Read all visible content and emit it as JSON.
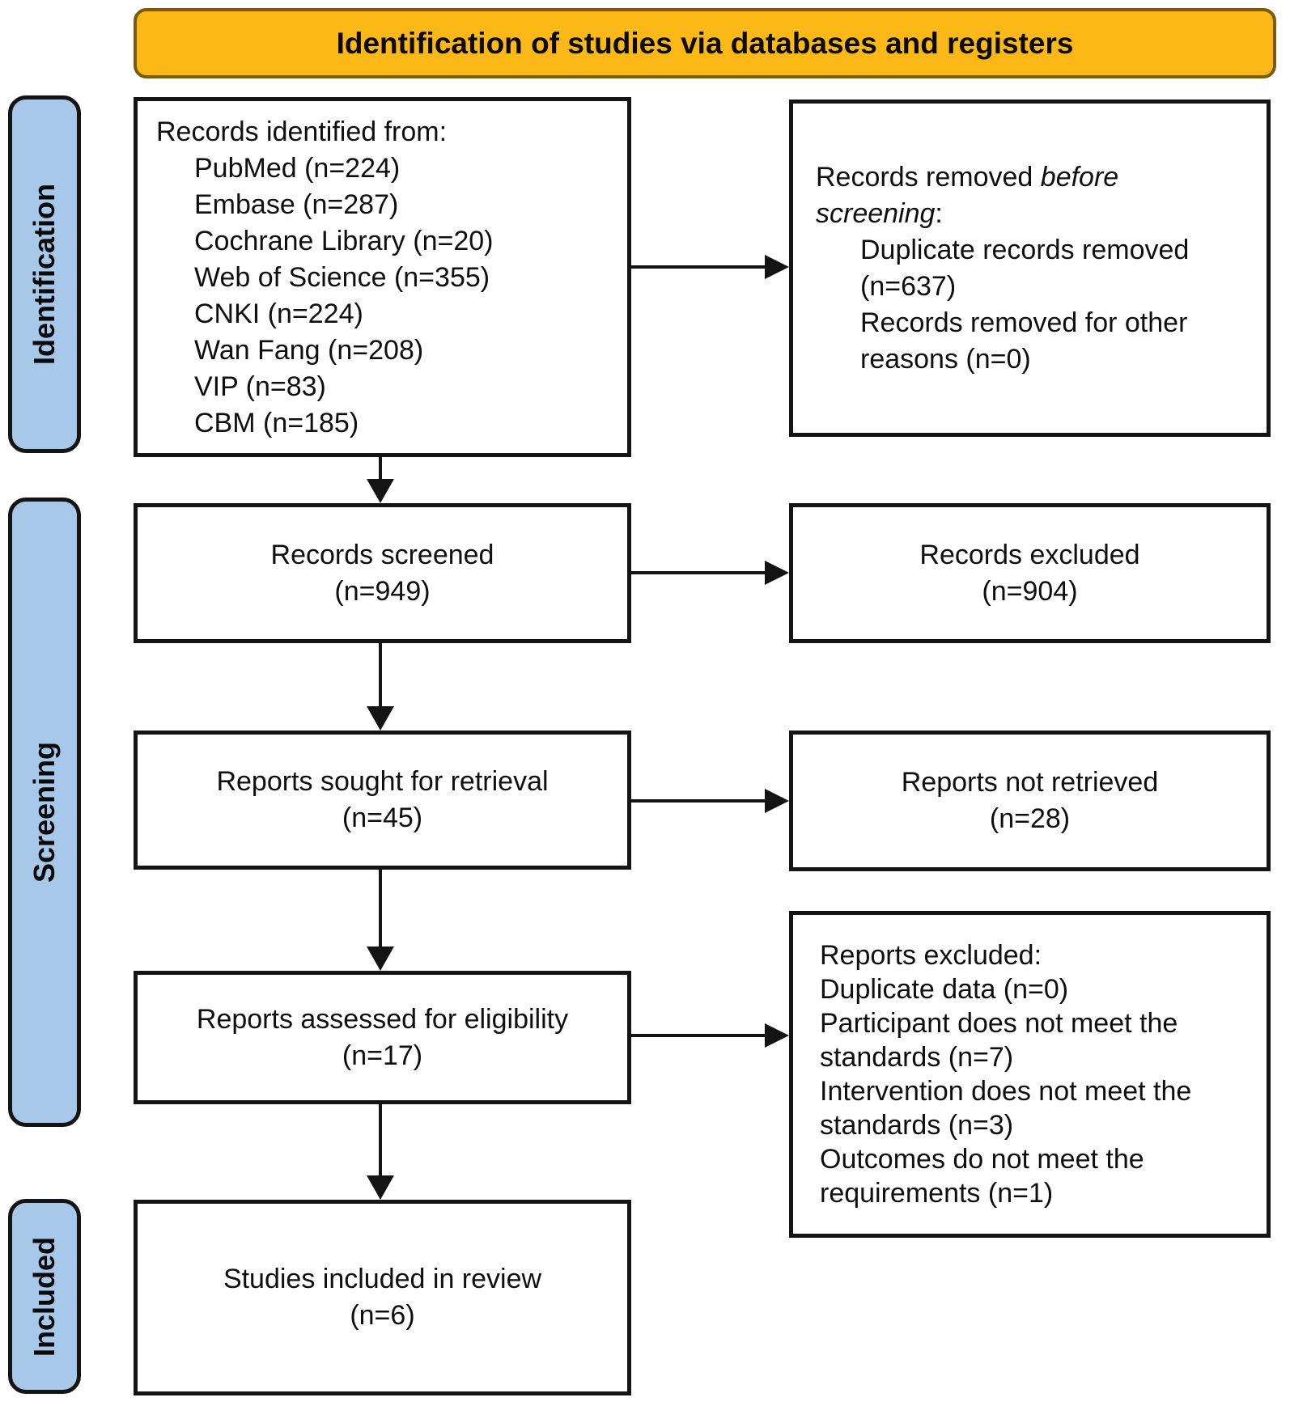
{
  "header": {
    "title": "Identification of studies via databases and registers"
  },
  "stages": {
    "identification": "Identification",
    "screening": "Screening",
    "included": "Included"
  },
  "boxes": {
    "records_identified": {
      "title": "Records identified from:",
      "items": [
        "PubMed (n=224)",
        "Embase (n=287)",
        "Cochrane Library (n=20)",
        "Web of Science (n=355)",
        "CNKI (n=224)",
        "Wan Fang (n=208)",
        "VIP (n=83)",
        "CBM (n=185)"
      ]
    },
    "records_removed": {
      "title_line1_normal": "Records removed ",
      "title_line1_italic": "before",
      "title_line2_italic": "screening",
      "title_line2_suffix": ":",
      "items": [
        "Duplicate records removed (n=637)",
        "Records removed for other reasons (n=0)"
      ]
    },
    "records_screened": {
      "label": "Records screened",
      "count": "(n=949)"
    },
    "records_excluded": {
      "label": "Records excluded",
      "count": "(n=904)"
    },
    "reports_sought": {
      "label": "Reports sought for retrieval",
      "count": "(n=45)"
    },
    "reports_not_retrieved": {
      "label": "Reports not retrieved",
      "count": "(n=28)"
    },
    "reports_assessed": {
      "label": "Reports assessed for eligibility",
      "count": "(n=17)"
    },
    "reports_excluded": {
      "title": "Reports excluded:",
      "items": [
        "Duplicate data (n=0)",
        "Participant does not meet the standards (n=7)",
        "Intervention does not meet the standards (n=3)",
        "Outcomes do not meet the requirements (n=1)"
      ]
    },
    "studies_included": {
      "label": "Studies included in review",
      "count": "(n=6)"
    }
  },
  "colors": {
    "banner_fill": "#FBB817",
    "banner_border": "#7A5B0E",
    "stage_fill": "#A8C8E9",
    "box_border": "#141414"
  }
}
